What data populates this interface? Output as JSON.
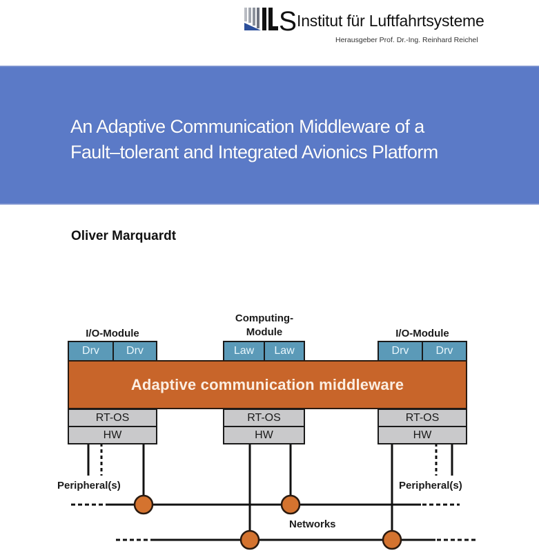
{
  "header": {
    "logo_text": "ILS",
    "institute_name": "Institut für Luftfahrtsysteme",
    "publisher": "Herausgeber Prof. Dr.-Ing. Reinhard Reichel"
  },
  "title": {
    "line1": "An Adaptive Communication Middleware of a",
    "line2": "Fault–tolerant and Integrated Avionics Platform"
  },
  "author": "Oliver Marquardt",
  "diagram": {
    "modules": [
      {
        "label": "I/O-Module",
        "slots": [
          "Drv",
          "Drv"
        ],
        "rtos": "RT-OS",
        "hw": "HW"
      },
      {
        "label_line1": "Computing-",
        "label_line2": "Module",
        "slots": [
          "Law",
          "Law"
        ],
        "rtos": "RT-OS",
        "hw": "HW"
      },
      {
        "label": "I/O-Module",
        "slots": [
          "Drv",
          "Drv"
        ],
        "rtos": "RT-OS",
        "hw": "HW"
      }
    ],
    "middleware_label": "Adaptive communication middleware",
    "peripherals_left": "Peripheral(s)",
    "peripherals_right": "Peripheral(s)",
    "networks_label": "Networks"
  },
  "colors": {
    "title_band": "#5b7ac7",
    "middleware": "#c8652a",
    "driver_box": "#5b9ab8",
    "os_hw_box": "#c9c9cb",
    "network_node": "#d4732f"
  }
}
